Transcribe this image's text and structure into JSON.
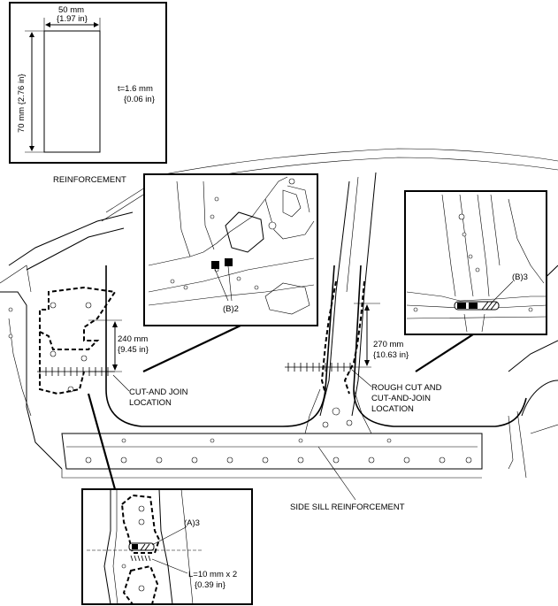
{
  "reinforcement_detail": {
    "width_mm": "50 mm",
    "width_in": "{1.97 in}",
    "height_mm_in": "70 mm {2.76 in}",
    "thickness_mm": "t=1.6 mm",
    "thickness_in": "{0.06 in}",
    "caption": "REINFORCEMENT"
  },
  "callouts": {
    "b2": "(B)2",
    "b3": "(B)3",
    "a3": "(A)3",
    "front_length_mm": "240 mm",
    "front_length_in": "{9.45 in}",
    "rear_length_mm": "270 mm",
    "rear_length_in": "{10.63 in}",
    "cut_join_line1": "CUT-AND JOIN",
    "cut_join_line2": "LOCATION",
    "rough_cut_line1": "ROUGH CUT AND",
    "rough_cut_line2": "CUT-AND-JOIN",
    "rough_cut_line3": "LOCATION",
    "side_sill": "SIDE SILL REINFORCEMENT",
    "weld_length_mm": "L=10 mm x 2",
    "weld_length_in": "{0.39 in}"
  }
}
